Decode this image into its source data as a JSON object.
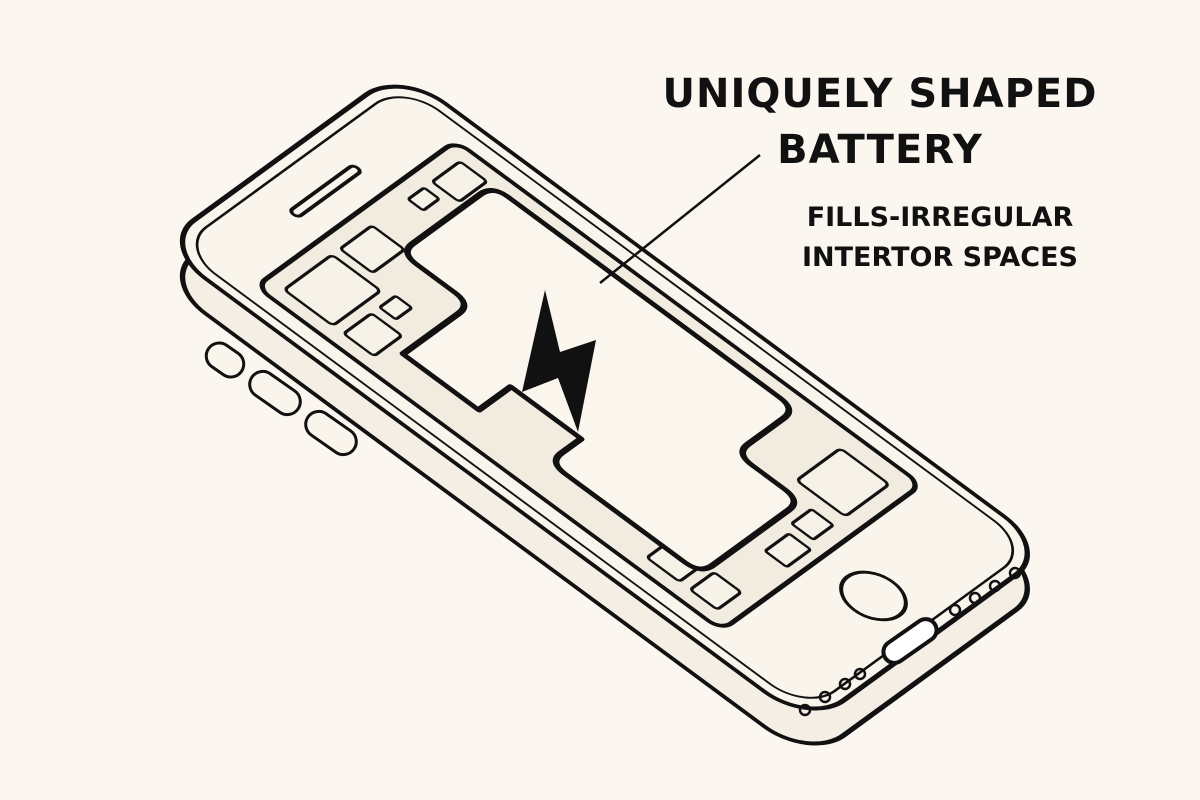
{
  "annotation": {
    "title_line1": "UNIQUELY SHAPED",
    "title_line2": "BATTERY",
    "subtitle_line1": "FILLS-IRREGULAR",
    "subtitle_line2": "INTERTOR SPACES"
  },
  "colors": {
    "background": "#fbf7f0",
    "ink": "#111111",
    "fill": "#faf5ec"
  }
}
